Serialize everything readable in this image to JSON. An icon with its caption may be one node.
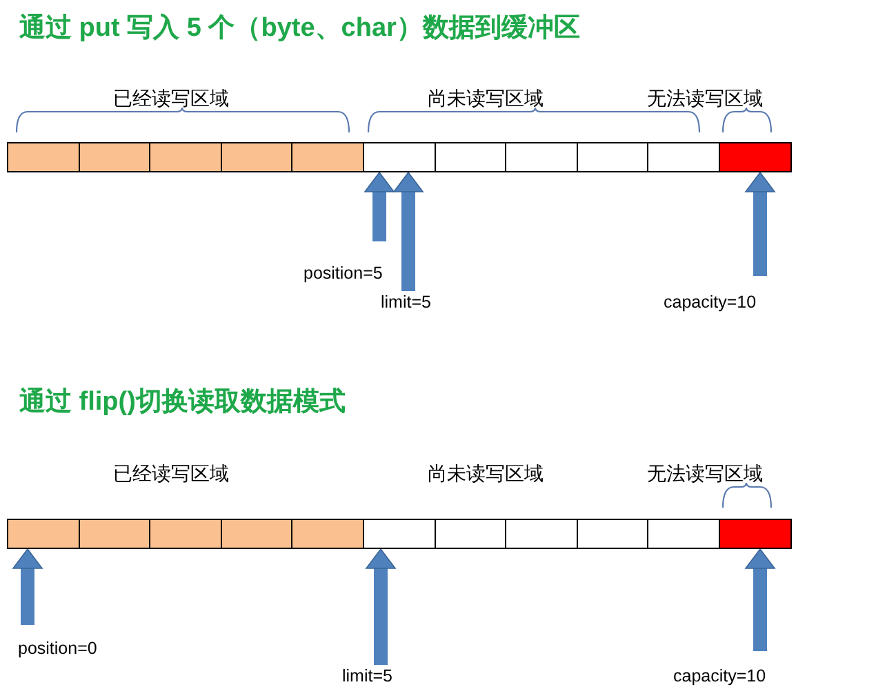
{
  "diagram": {
    "nodes": [
      {
        "text": [],
        "shape": "box"
      },
      {
        "text": [],
        "shape": "box"
      },
      {
        "text": [],
        "shape": "box"
      },
      {
        "text": [],
        "shape": "box"
      },
      {
        "text": [],
        "shape": "box"
      },
      {
        "text": [],
        "shape": "box"
      },
      {
        "text": [],
        "shape": "box"
      },
      {
        "text": [],
        "shape": "box"
      },
      {
        "text": [],
        "shape": "box"
      },
      {
        "text": [],
        "shape": "box"
      },
      {
        "text": [],
        "shape": "box"
      },
      {
        "text": [
          "position=5"
        ]
      },
      {
        "text": [
          "limit=5"
        ]
      },
      {
        "text": [
          "capacity=10"
        ]
      },
      {
        "text": [],
        "shape": "box"
      },
      {
        "text": [],
        "shape": "box"
      },
      {
        "text": [],
        "shape": "box"
      },
      {
        "text": [],
        "shape": "box"
      },
      {
        "text": [],
        "shape": "box"
      },
      {
        "text": [],
        "shape": "box"
      },
      {
        "text": [],
        "shape": "box"
      },
      {
        "text": [],
        "shape": "box"
      },
      {
        "text": [],
        "shape": "box"
      },
      {
        "text": [],
        "shape": "box"
      },
      {
        "text": [],
        "shape": "box"
      },
      {
        "text": [
          "position=0"
        ]
      },
      {
        "text": [
          "limit=5"
        ]
      },
      {
        "text": [
          "capacity=10"
        ]
      }
    ],
    "edges": [
      {
        "from": 11,
        "to": 5,
        "arrow": "to"
      },
      {
        "from": 12,
        "to": 5,
        "arrow": "to"
      },
      {
        "from": 13,
        "to": 10,
        "arrow": "to"
      },
      {
        "from": 25,
        "to": 14,
        "arrow": "to"
      },
      {
        "from": 26,
        "to": 19,
        "arrow": "to"
      },
      {
        "from": 27,
        "to": 24,
        "arrow": "to"
      }
    ],
    "labels": [
      "通过 put 写入 5 个（byte、char）数据到缓冲区",
      "已经读写区域",
      "尚未读写区域",
      "无法读写区域",
      "通过 flip()切换读取数据模式",
      "已经读写区域",
      "尚未读写区域",
      "无法读写区域"
    ]
  }
}
